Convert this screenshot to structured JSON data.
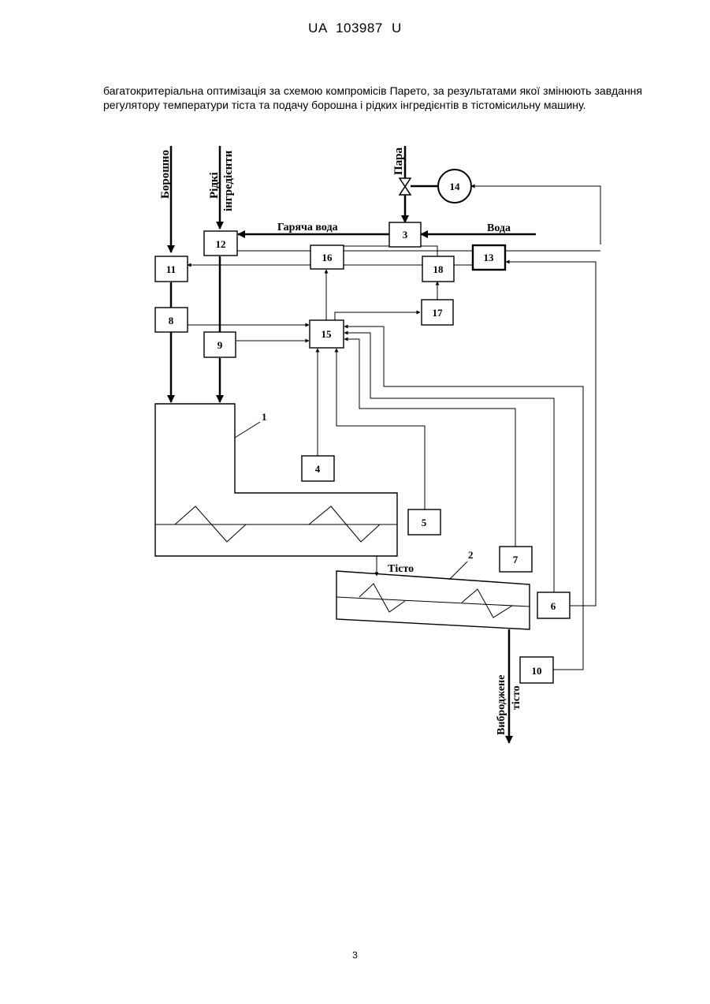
{
  "header": {
    "doc_id": "UA  103987  U"
  },
  "paragraph": "багатокритеріальна оптимізація за схемою компромісів Парето, за результатами якої змінюють завдання регулятору температури тіста та подачу борошна і рідких інгредієнтів в тістомісильну машину.",
  "diagram": {
    "labels": {
      "flour": "Борошно",
      "liquid_1": "Рідкі",
      "liquid_2": "інгредієнти",
      "steam": "Пара",
      "hot_water": "Гаряча вода",
      "water": "Вода",
      "dough": "Тісто",
      "fermented_1": "Виброджене",
      "fermented_2": "тісто"
    },
    "blocks": {
      "b1": "1",
      "b2": "2",
      "b3": "3",
      "b4": "4",
      "b5": "5",
      "b6": "6",
      "b7": "7",
      "b8": "8",
      "b9": "9",
      "b10": "10",
      "b11": "11",
      "b12": "12",
      "b13": "13",
      "b14": "14",
      "b15": "15",
      "b16": "16",
      "b17": "17",
      "b18": "18"
    }
  },
  "footer": {
    "page_number": "3"
  }
}
